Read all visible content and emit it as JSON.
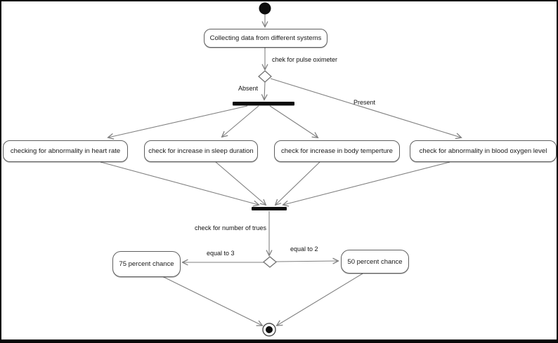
{
  "diagram": {
    "kind": "uml-activity-diagram",
    "colors": {
      "background": "#ffffff",
      "node_fill": "#ffffff",
      "node_border": "#5f5f5f",
      "edge": "#808080",
      "sync_bar": "#0d0d0d",
      "text": "#1a1a1a",
      "frame_border": "#070707"
    },
    "nodes": {
      "collect": {
        "label": "Collecting data from different systems"
      },
      "activities": [
        {
          "label": "checking for abnormality in heart rate"
        },
        {
          "label": "check for increase in sleep duration"
        },
        {
          "label": "check for increase in body temperture"
        },
        {
          "label": "check for abnormality in blood oxygen level"
        }
      ],
      "chance75": {
        "label": "75 percent chance"
      },
      "chance50": {
        "label": "50 percent chance"
      }
    },
    "edge_labels": {
      "pulse_check": "chek for pulse oximeter",
      "absent": "Absent",
      "present": "Present",
      "count_trues": "check for number of trues",
      "equal_to_3": "equal to 3",
      "equal_to_2": "equal to 2"
    }
  }
}
